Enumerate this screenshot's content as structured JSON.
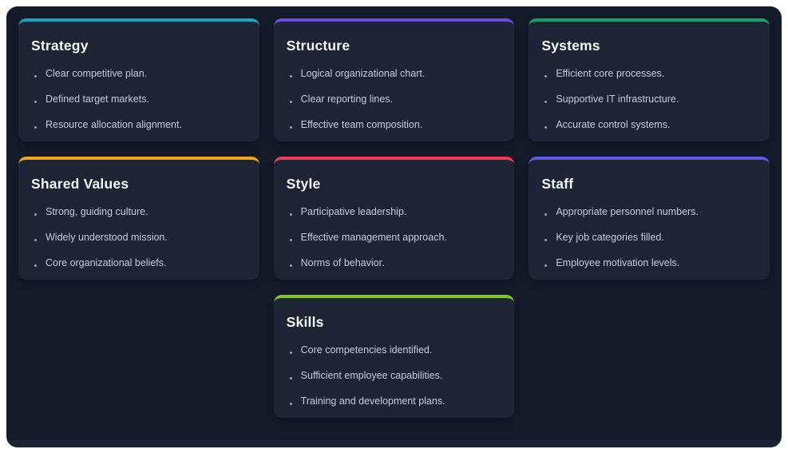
{
  "theme": {
    "page_bg": "#ffffff",
    "frame_bg": "#141b29",
    "card_bg": "#1d2433",
    "bottom_band_bg": "#1b2231",
    "title_color": "#f4f6fa",
    "item_color": "#c6cdd8",
    "bullet_color": "#98a1b3"
  },
  "framework": {
    "cards": [
      {
        "id": "strategy",
        "title": "Strategy",
        "accent_color": "#1ba2c6",
        "items": [
          "Clear competitive plan.",
          "Defined target markets.",
          "Resource allocation alignment."
        ]
      },
      {
        "id": "structure",
        "title": "Structure",
        "accent_color": "#6d4add",
        "items": [
          "Logical organizational chart.",
          "Clear reporting lines.",
          "Effective team composition."
        ]
      },
      {
        "id": "systems",
        "title": "Systems",
        "accent_color": "#13a368",
        "items": [
          "Efficient core processes.",
          "Supportive IT infrastructure.",
          "Accurate control systems."
        ]
      },
      {
        "id": "shared-values",
        "title": "Shared Values",
        "accent_color": "#f5a31b",
        "items": [
          "Strong, guiding culture.",
          "Widely understood mission.",
          "Core organizational beliefs."
        ]
      },
      {
        "id": "style",
        "title": "Style",
        "accent_color": "#f43a5a",
        "items": [
          "Participative leadership.",
          "Effective management approach.",
          "Norms of behavior."
        ]
      },
      {
        "id": "staff",
        "title": "Staff",
        "accent_color": "#5a5be6",
        "items": [
          "Appropriate personnel numbers.",
          "Key job categories filled.",
          "Employee motivation levels."
        ]
      },
      {
        "id": "skills",
        "title": "Skills",
        "accent_color": "#7fc91e",
        "items": [
          "Core competencies identified.",
          "Sufficient employee capabilities.",
          "Training and development plans."
        ]
      }
    ]
  }
}
